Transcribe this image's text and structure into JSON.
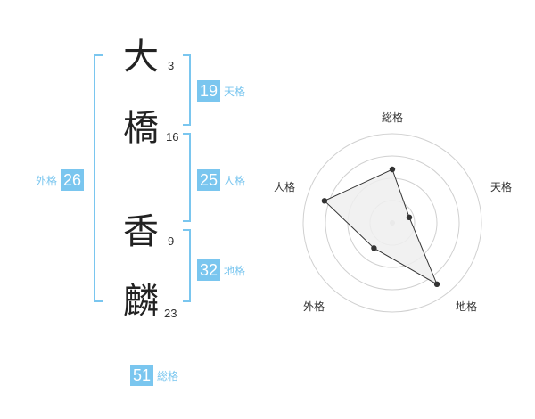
{
  "name": {
    "chars": [
      {
        "kanji": "大",
        "strokes": "3"
      },
      {
        "kanji": "橋",
        "strokes": "16"
      },
      {
        "kanji": "香",
        "strokes": "9"
      },
      {
        "kanji": "麟",
        "strokes": "23"
      }
    ]
  },
  "fortunes": {
    "tenkaku": {
      "value": "19",
      "label": "天格"
    },
    "jinkaku": {
      "value": "25",
      "label": "人格"
    },
    "chikaku": {
      "value": "32",
      "label": "地格"
    },
    "gaikaku": {
      "value": "26",
      "label": "外格"
    },
    "soukaku": {
      "value": "51",
      "label": "総格"
    }
  },
  "colors": {
    "accent": "#7ac6ef",
    "radar_fill": "#eeeeee",
    "radar_ring": "#d0d0d0"
  },
  "chart_data": {
    "type": "radar",
    "axes": [
      "総格",
      "天格",
      "地格",
      "外格",
      "人格"
    ],
    "values": [
      0.6,
      0.2,
      0.85,
      0.35,
      0.8
    ],
    "rings": 4,
    "range": [
      0,
      1
    ]
  }
}
